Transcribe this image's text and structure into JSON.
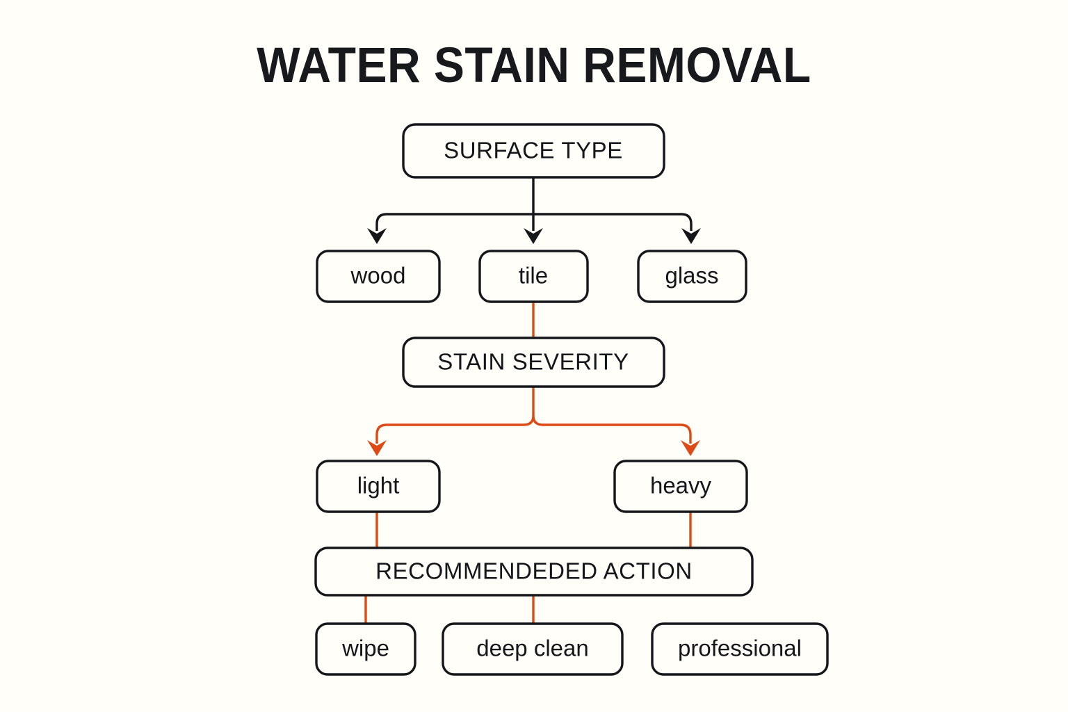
{
  "diagram": {
    "title": "WATER STAIN REMOVAL",
    "background_color": "#FFFEF9",
    "node_border_color": "#15161A",
    "accent_color": "#DE4A16",
    "type": "flowchart",
    "nodes": {
      "surface_type": "SURFACE TYPE",
      "wood": "wood",
      "tile": "tile",
      "glass": "glass",
      "stain_severity": "STAIN SEVERITY",
      "light": "light",
      "heavy": "heavy",
      "recommended_action": "RECOMMENDEDED ACTION",
      "wipe": "wipe",
      "deep_clean": "deep clean",
      "professional": "professional"
    },
    "edges": [
      {
        "from": "surface_type",
        "to": "wood",
        "color": "#15161A",
        "arrow": true
      },
      {
        "from": "surface_type",
        "to": "tile",
        "color": "#15161A",
        "arrow": true
      },
      {
        "from": "surface_type",
        "to": "glass",
        "color": "#15161A",
        "arrow": true
      },
      {
        "from": "tile",
        "to": "stain_severity",
        "color": "#DE4A16",
        "arrow": false
      },
      {
        "from": "stain_severity",
        "to": "light",
        "color": "#DE4A16",
        "arrow": true
      },
      {
        "from": "stain_severity",
        "to": "heavy",
        "color": "#DE4A16",
        "arrow": true
      },
      {
        "from": "light",
        "to": "recommended_action",
        "color": "#DE4A16",
        "arrow": false
      },
      {
        "from": "heavy",
        "to": "recommended_action",
        "color": "#DE4A16",
        "arrow": false
      },
      {
        "from": "recommended_action",
        "to": "wipe",
        "color": "#DE4A16",
        "arrow": false
      },
      {
        "from": "recommended_action",
        "to": "deep_clean",
        "color": "#DE4A16",
        "arrow": false
      }
    ]
  }
}
